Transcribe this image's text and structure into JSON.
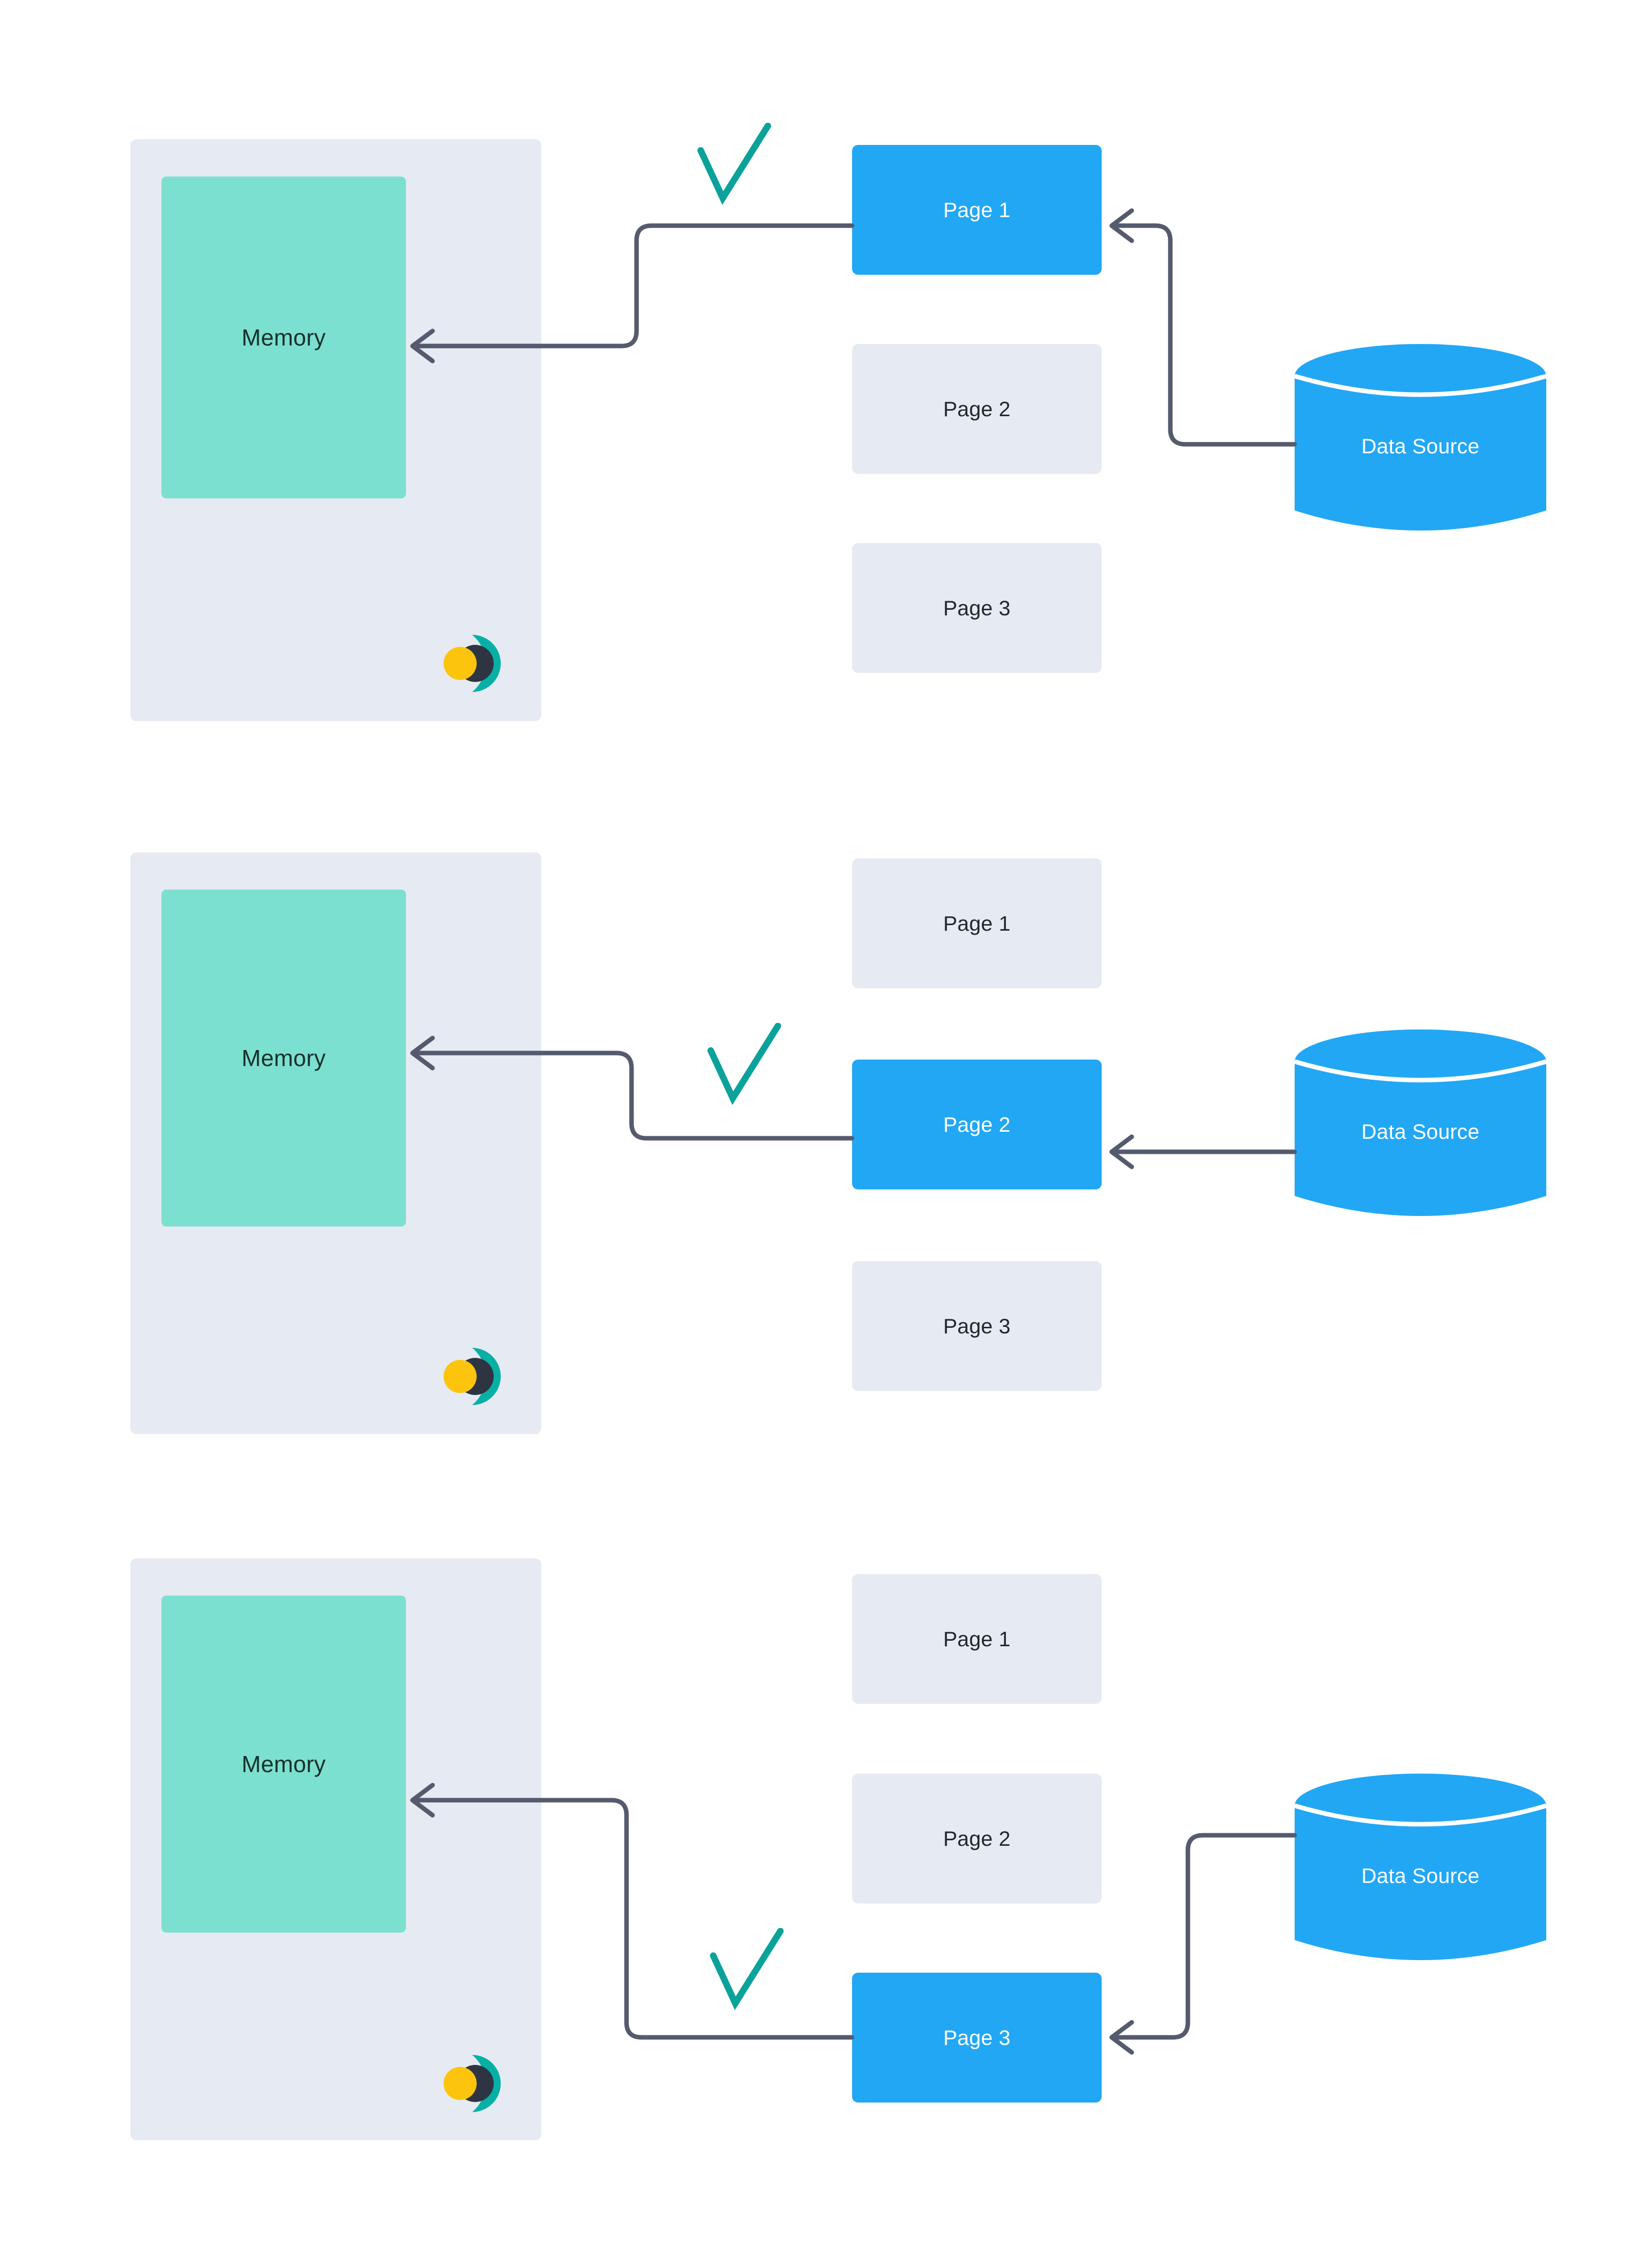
{
  "diagram": {
    "title": "Paging / demand loading sequence",
    "type": "flow-diagram",
    "steps": 3,
    "colors": {
      "panel_background": "#E6EAF2",
      "memory_fill": "#7CE0D0",
      "page_idle_fill": "#E6EAF2",
      "page_active_fill": "#22A7F5",
      "data_source_fill": "#22A7F5",
      "connector_stroke": "#555B6E",
      "check_stroke": "#0AA29A",
      "logo_teal": "#07B0A5",
      "logo_navy": "#2E3442",
      "logo_yellow": "#FCC40D",
      "page_idle_text": "#23272E",
      "page_active_text": "#FFFFFF",
      "memory_text": "#16302C",
      "canvas_background": "#FFFFFF"
    }
  },
  "panels": [
    {
      "id": "panel-1",
      "memory": {
        "label": "Memory"
      },
      "logo": {
        "name": "brand-logo"
      },
      "check": {
        "name": "checkmark-icon",
        "glyph": "V"
      },
      "pages": [
        {
          "label": "Page 1",
          "state": "active"
        },
        {
          "label": "Page 2",
          "state": "idle"
        },
        {
          "label": "Page 3",
          "state": "idle"
        }
      ],
      "data_source": {
        "label": "Data Source"
      },
      "connectors": [
        {
          "from": "data-source",
          "to": "page-1",
          "arrow": "to-page"
        },
        {
          "from": "page-1",
          "to": "memory",
          "arrow": "to-memory"
        }
      ]
    },
    {
      "id": "panel-2",
      "memory": {
        "label": "Memory"
      },
      "logo": {
        "name": "brand-logo"
      },
      "check": {
        "name": "checkmark-icon",
        "glyph": "V"
      },
      "pages": [
        {
          "label": "Page 1",
          "state": "idle"
        },
        {
          "label": "Page 2",
          "state": "active"
        },
        {
          "label": "Page 3",
          "state": "idle"
        }
      ],
      "data_source": {
        "label": "Data Source"
      },
      "connectors": [
        {
          "from": "data-source",
          "to": "page-2",
          "arrow": "to-page"
        },
        {
          "from": "page-2",
          "to": "memory",
          "arrow": "to-memory"
        }
      ]
    },
    {
      "id": "panel-3",
      "memory": {
        "label": "Memory"
      },
      "logo": {
        "name": "brand-logo"
      },
      "check": {
        "name": "checkmark-icon",
        "glyph": "V"
      },
      "pages": [
        {
          "label": "Page 1",
          "state": "idle"
        },
        {
          "label": "Page 2",
          "state": "idle"
        },
        {
          "label": "Page 3",
          "state": "active"
        }
      ],
      "data_source": {
        "label": "Data Source"
      },
      "connectors": [
        {
          "from": "data-source",
          "to": "page-3",
          "arrow": "to-page"
        },
        {
          "from": "page-3",
          "to": "memory",
          "arrow": "to-memory"
        }
      ]
    }
  ]
}
